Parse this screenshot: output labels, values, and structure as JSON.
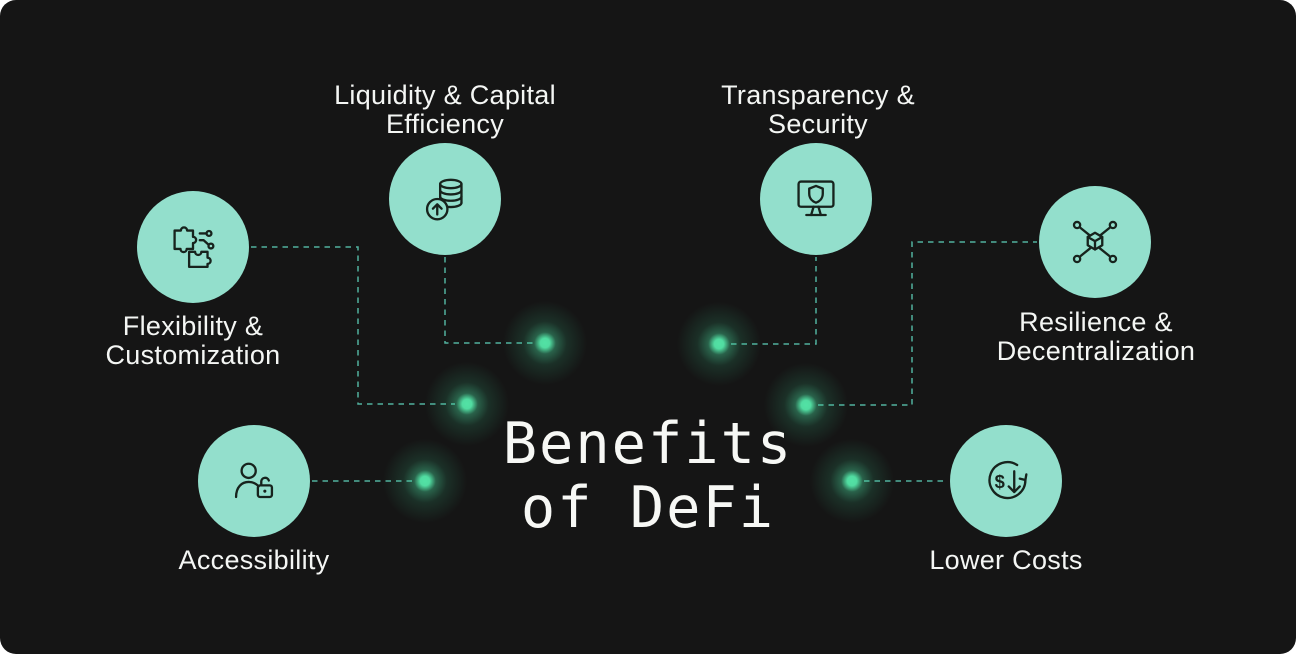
{
  "title": {
    "lines": [
      "Benefits",
      "of DeFi"
    ]
  },
  "colors": {
    "background": "#151515",
    "node_fill": "#93DFCC",
    "connector": "#58C3AE",
    "glow_dot": "#54E6A8",
    "text": "#F4F6F4",
    "icon_stroke": "#17231D"
  },
  "nodes": [
    {
      "id": "flexibility",
      "icon": "puzzle-circuit-icon",
      "label_lines": [
        "Flexibility &",
        "Customization"
      ]
    },
    {
      "id": "liquidity",
      "icon": "coins-up-arrow-icon",
      "label_lines": [
        "Liquidity & Capital",
        "Efficiency"
      ]
    },
    {
      "id": "transparency",
      "icon": "monitor-shield-icon",
      "label_lines": [
        "Transparency &",
        "Security"
      ]
    },
    {
      "id": "resilience",
      "icon": "decentralized-network-icon",
      "label_lines": [
        "Resilience &",
        "Decentralization"
      ]
    },
    {
      "id": "accessibility",
      "icon": "user-lock-icon",
      "label_lines": [
        "Accessibility"
      ]
    },
    {
      "id": "lower_costs",
      "icon": "dollar-refund-icon",
      "label_lines": [
        "Lower Costs"
      ]
    }
  ],
  "icons": {
    "dollar_glyph": "$"
  }
}
